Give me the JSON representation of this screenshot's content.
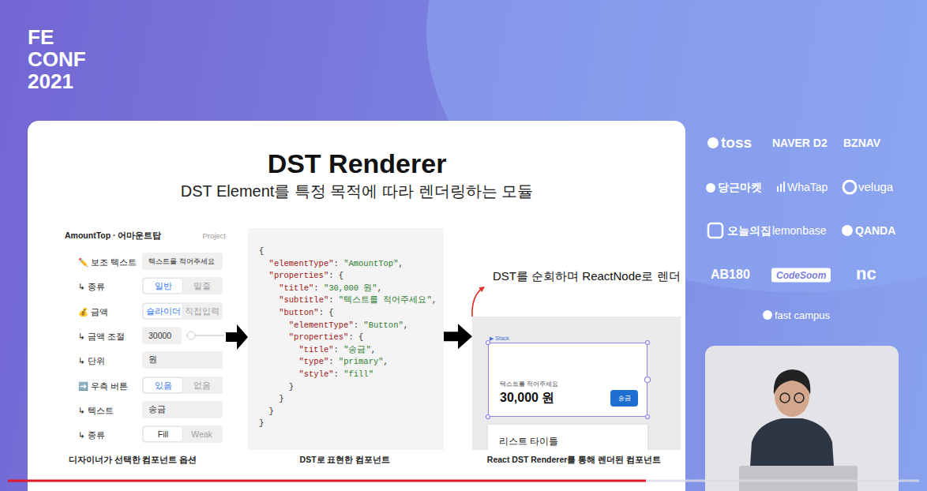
{
  "diagram": {
    "title": "DST Renderer",
    "nodes": [
      {
        "text": [
          "DST Element를 특정 목적에 따라 렌더링하는 모듈"
        ]
      },
      {
        "text": [
          "AmountTop · 어마운트탑",
          "Project"
        ],
        "in": 0
      },
      {
        "text": [
          "텍스트를 적어주세요"
        ],
        "in": 1
      },
      {
        "text": [
          "일반",
          "밑줄"
        ],
        "in": 1
      },
      {
        "text": [
          "슬라이더",
          "직접입력"
        ],
        "in": 1
      },
      {
        "text": [
          "30000"
        ],
        "in": 1
      },
      {
        "text": [
          "원"
        ],
        "in": 1
      },
      {
        "text": [
          "있음",
          "없음"
        ],
        "in": 1
      },
      {
        "text": [
          "송금"
        ],
        "in": 1
      },
      {
        "text": [
          "Fill",
          "Weak"
        ],
        "in": 1
      },
      {
        "text": [
          "{",
          "  \"elementType\": \"AmountTop\",",
          "  \"properties\": {",
          "    \"title\": \"30,000 원\",",
          "    \"subtitle\": \"텍스트를 적어주세요\",",
          "    \"button\": {",
          "      \"elementType\": \"Button\",",
          "      \"properties\": {",
          "        \"title\": \"송금\",",
          "        \"type\": \"primary\",",
          "        \"style\": \"fill\"",
          "      }",
          "    }",
          "  }",
          "}"
        ],
        "in": 0
      },
      {
        "text": [
          "▶ Stack"
        ],
        "in": 0
      },
      {
        "text": [
          "텍스트를 적어주세요",
          "30,000 원"
        ],
        "in": 11
      },
      {
        "text": [
          "송금"
        ],
        "in": 12
      },
      {
        "text": [
          "리스트 타이틀"
        ],
        "in": 11
      }
    ],
    "edges": [
      {
        "from": 1,
        "to": 10,
        "arrow": "to"
      },
      {
        "from": 10,
        "to": 11,
        "arrow": "to"
      }
    ],
    "labels": [
      "FE CONF 2021",
      "toss",
      "NAVER D2",
      "BZNAV",
      "당근마켓",
      "WhaTap",
      "veluga",
      "오늘의집",
      "lemonbase",
      "QANDA",
      "AB180",
      "CodeSoom",
      "nc",
      "fast campus",
      "✏️ 보조 텍스트",
      "↳ 종류",
      "💰 금액",
      "↳ 금액 조절",
      "↳ 단위",
      "➡️ 우측 버튼",
      "↳ 텍스트",
      "↳ 종류",
      "디자이너가 선택한 컴포넌트 옵션",
      "DST로 표현한 컴포넌트",
      "DST를 순회하며 ReactNode로 렌더",
      "React DST Renderer를 통해 렌더된 컴포넌트"
    ]
  }
}
